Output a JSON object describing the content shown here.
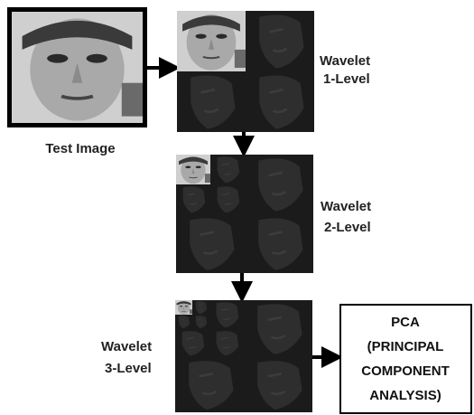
{
  "test_image": {
    "caption": "Test Image"
  },
  "levels": [
    {
      "line1": "Wavelet",
      "line2": "1-Level"
    },
    {
      "line1": "Wavelet",
      "line2": "2-Level"
    },
    {
      "line1": "Wavelet",
      "line2": "3-Level"
    }
  ],
  "pca_box": {
    "lines": [
      "PCA",
      "(PRINCIPAL",
      "COMPONENT",
      "ANALYSIS)"
    ]
  },
  "colors": {
    "subband_bg": "#1b1b1b",
    "subband_shadow": "#2b2b2b",
    "arrow": "#000000",
    "face_skin": "#9a9a9a"
  }
}
